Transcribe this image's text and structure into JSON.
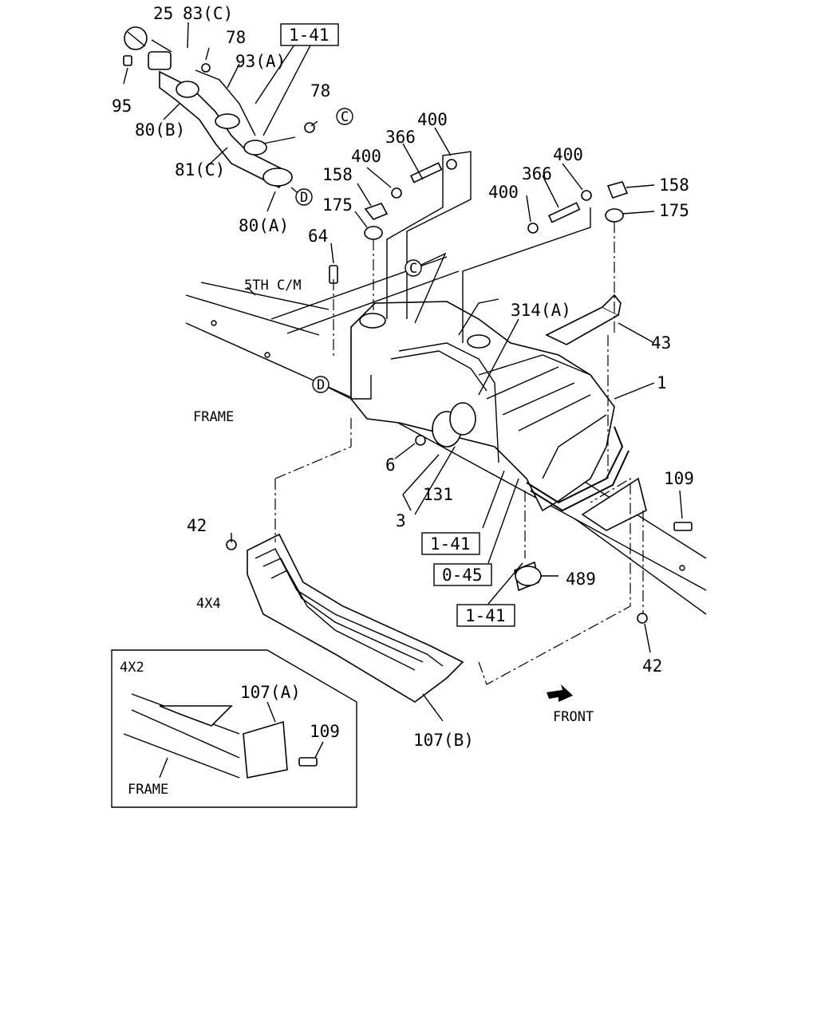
{
  "callouts": {
    "p25": "25",
    "p83c": "83(C)",
    "p78a": "78",
    "p93a": "93(A)",
    "p95": "95",
    "p80b": "80(B)",
    "p78b": "78",
    "p81c": "81(C)",
    "p80a": "80(A)",
    "p400a": "400",
    "p366a": "366",
    "p400b": "400",
    "p158a": "158",
    "p175a": "175",
    "p400c": "400",
    "p366b": "366",
    "p400d": "400",
    "p158b": "158",
    "p175b": "175",
    "p64": "64",
    "p314a": "314(A)",
    "p43": "43",
    "p1": "1",
    "p6": "6",
    "p131": "131",
    "p3": "3",
    "p109a": "109",
    "p42a": "42",
    "p489": "489",
    "p42b": "42",
    "p107a": "107(A)",
    "p109b": "109",
    "p107b": "107(B)"
  },
  "refs": {
    "r1": "1-41",
    "r2": "1-41",
    "r3": "0-45",
    "r4": "1-41"
  },
  "markers": {
    "c1": "C",
    "c2": "C",
    "d1": "D",
    "d2": "D"
  },
  "labels": {
    "fifth_cm": "5TH C/M",
    "frame_main": "FRAME",
    "frame_inset": "FRAME",
    "variant_4x4": "4X4",
    "variant_4x2": "4X2",
    "front": "FRONT"
  }
}
